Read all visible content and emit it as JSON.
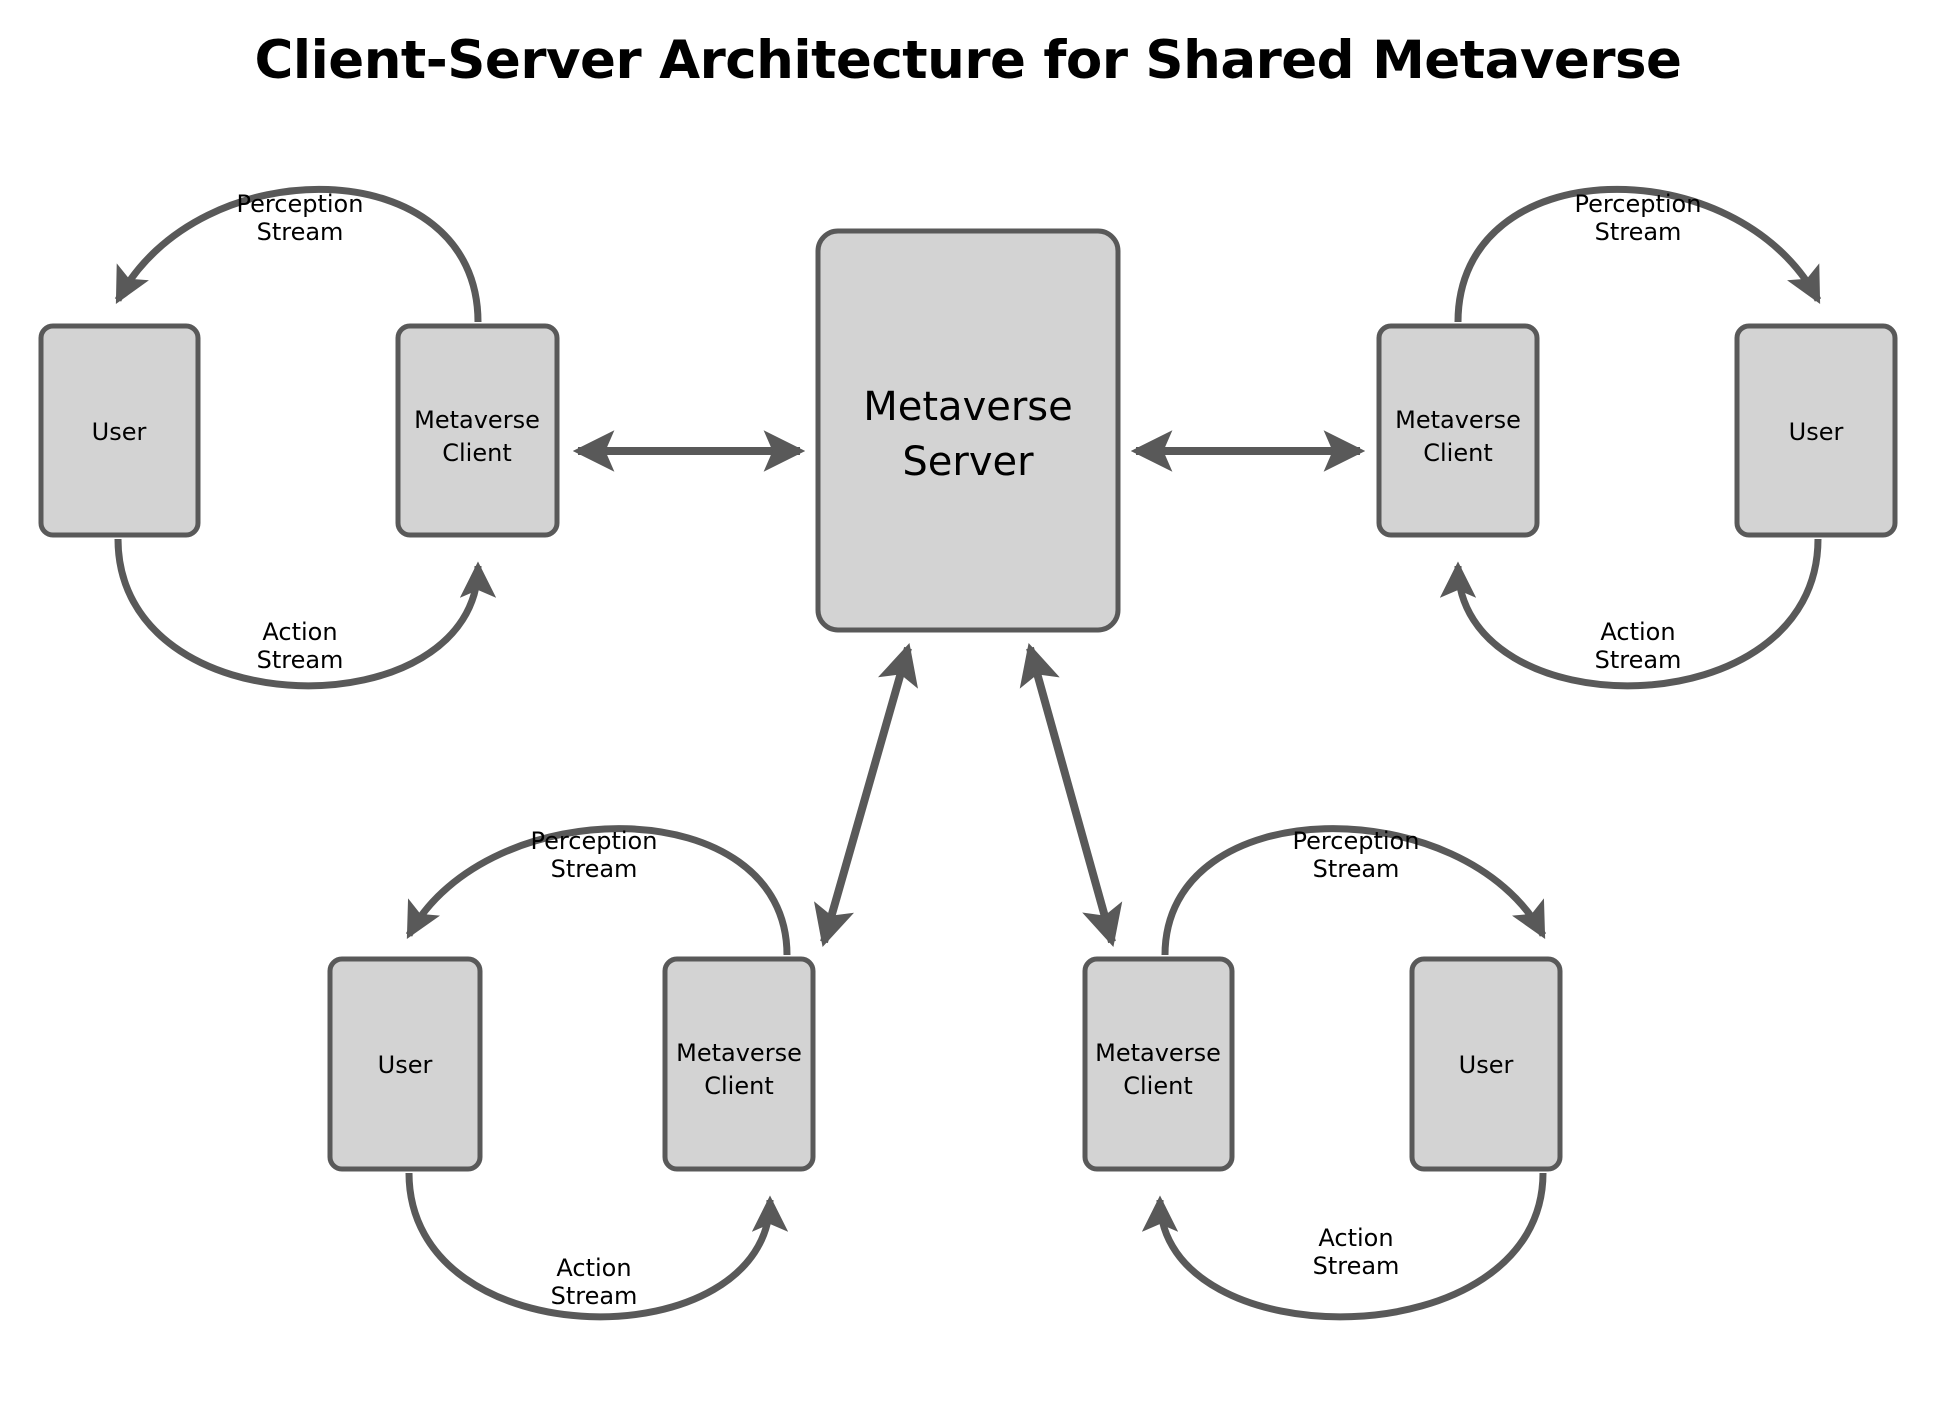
{
  "title": "Client-Server Architecture for Shared Metaverse",
  "colors": {
    "background": "#ffffff",
    "node_fill": "#d3d3d3",
    "node_stroke": "#595959",
    "edge_stroke": "#595959",
    "text": "#000000"
  },
  "server": {
    "label_line1": "Metaverse",
    "label_line2": "Server"
  },
  "clusters": [
    {
      "id": "top-left",
      "user": {
        "label": "User"
      },
      "client": {
        "label_line1": "Metaverse",
        "label_line2": "Client"
      },
      "perception": {
        "line1": "Perception",
        "line2": "Stream"
      },
      "action": {
        "line1": "Action",
        "line2": "Stream"
      }
    },
    {
      "id": "top-right",
      "user": {
        "label": "User"
      },
      "client": {
        "label_line1": "Metaverse",
        "label_line2": "Client"
      },
      "perception": {
        "line1": "Perception",
        "line2": "Stream"
      },
      "action": {
        "line1": "Action",
        "line2": "Stream"
      }
    },
    {
      "id": "bottom-left",
      "user": {
        "label": "User"
      },
      "client": {
        "label_line1": "Metaverse",
        "label_line2": "Client"
      },
      "perception": {
        "line1": "Perception",
        "line2": "Stream"
      },
      "action": {
        "line1": "Action",
        "line2": "Stream"
      }
    },
    {
      "id": "bottom-right",
      "user": {
        "label": "User"
      },
      "client": {
        "label_line1": "Metaverse",
        "label_line2": "Client"
      },
      "perception": {
        "line1": "Perception",
        "line2": "Stream"
      },
      "action": {
        "line1": "Action",
        "line2": "Stream"
      }
    }
  ]
}
